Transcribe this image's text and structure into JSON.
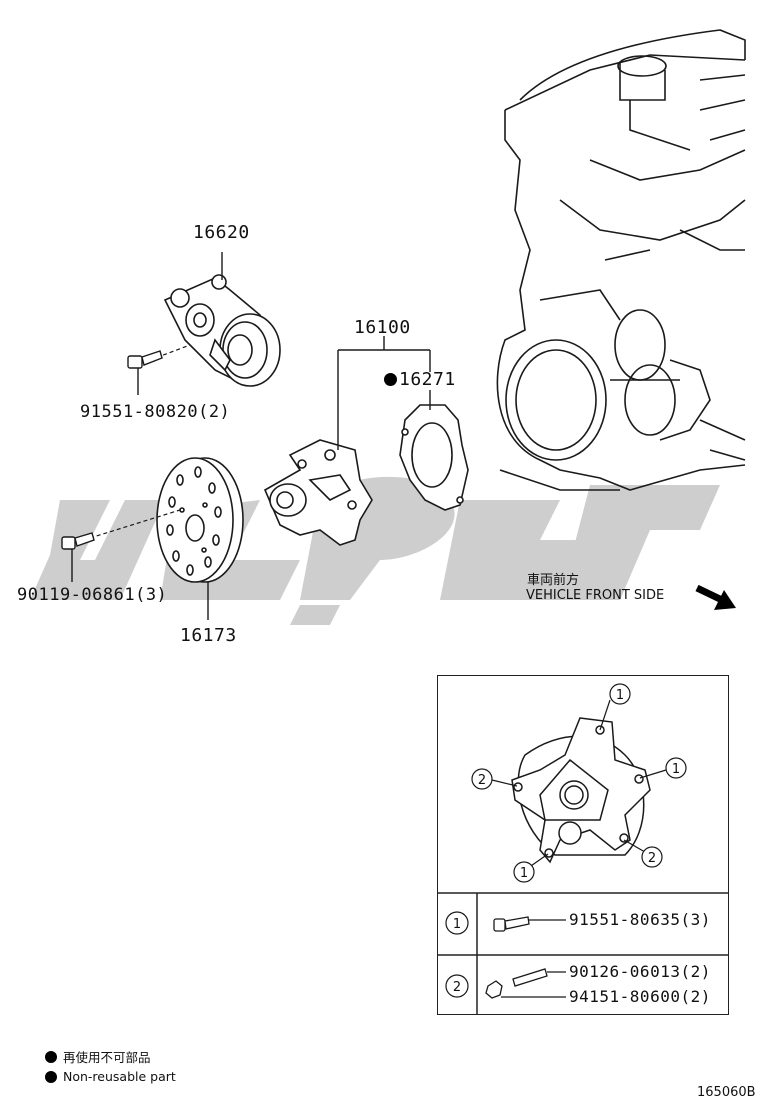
{
  "parts": {
    "tensioner": "16620",
    "tensioner_bolt": "91551-80820(2)",
    "water_pump_assy": "16100",
    "gasket": "16271",
    "pulley_bolt": "90119-06861(3)",
    "pump_pulley": "16173"
  },
  "direction": {
    "jp": "車両前方",
    "en": "VEHICLE FRONT SIDE"
  },
  "inset": {
    "markers": [
      "1",
      "2"
    ],
    "rows": [
      {
        "marker": "1",
        "parts": [
          "91551-80635(3)"
        ]
      },
      {
        "marker": "2",
        "parts": [
          "90126-06013(2)",
          "94151-80600(2)"
        ]
      }
    ]
  },
  "legend": {
    "jp": "再使用不可部品",
    "en": "Non-reusable part"
  },
  "figure_id": "165060B",
  "colors": {
    "line": "#1a1a1a",
    "watermark": "#c8c8c8"
  }
}
